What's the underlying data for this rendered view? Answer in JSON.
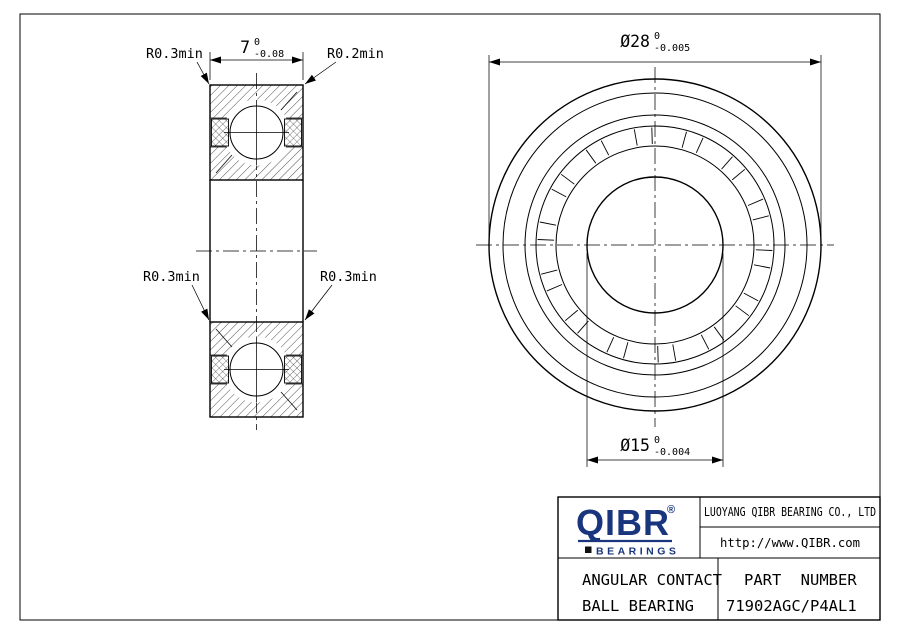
{
  "colors": {
    "line": "#000000",
    "logo_blue": "#18357e",
    "background": "#ffffff"
  },
  "left_view": {
    "width_dim": {
      "value": "7",
      "tol_upper": "0",
      "tol_lower": "-0.08"
    },
    "callouts": {
      "top_left": "R0.3min",
      "top_right": "R0.2min",
      "mid_left": "R0.3min",
      "mid_right": "R0.3min"
    }
  },
  "right_view": {
    "outer_dim": {
      "value": "Ø28",
      "tol_upper": "0",
      "tol_lower": "-0.005"
    },
    "bore_dim": {
      "value": "Ø15",
      "tol_upper": "0",
      "tol_lower": "-0.004"
    }
  },
  "title_block": {
    "logo_text": "QIBR",
    "logo_reg": "®",
    "logo_sub": "BEARINGS",
    "company": "LUOYANG QIBR BEARING CO., LTD",
    "website": "http://www.QIBR.com",
    "product_type_line1": "ANGULAR CONTACT",
    "product_type_line2": "BALL BEARING",
    "part_number_label": "PART NUMBER",
    "part_number": "71902AGC/P4AL1"
  }
}
